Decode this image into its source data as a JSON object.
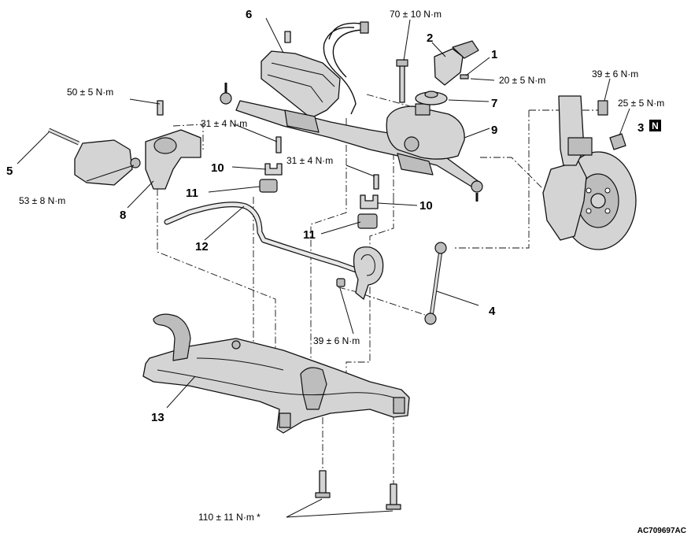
{
  "callouts": {
    "p1": "1",
    "p2": "2",
    "p3": "3",
    "p4": "4",
    "p5": "5",
    "p6": "6",
    "p7": "7",
    "p8": "8",
    "p9": "9",
    "p10a": "10",
    "p10b": "10",
    "p11a": "11",
    "p11b": "11",
    "p12": "12",
    "p13": "13"
  },
  "torques": {
    "t70": "70 ± 10 N·m",
    "t20": "20 ± 5 N·m",
    "t39a": "39 ± 6 N·m",
    "t25": "25 ± 5 N·m",
    "t50": "50 ± 5 N·m",
    "t31a": "31 ± 4 N·m",
    "t31b": "31 ± 4 N·m",
    "t53": "53 ± 8 N·m",
    "t39b": "39 ± 6 N·m",
    "t110": "110 ± 11 N·m *"
  },
  "badge": "N",
  "figure_code": "AC709697AC"
}
